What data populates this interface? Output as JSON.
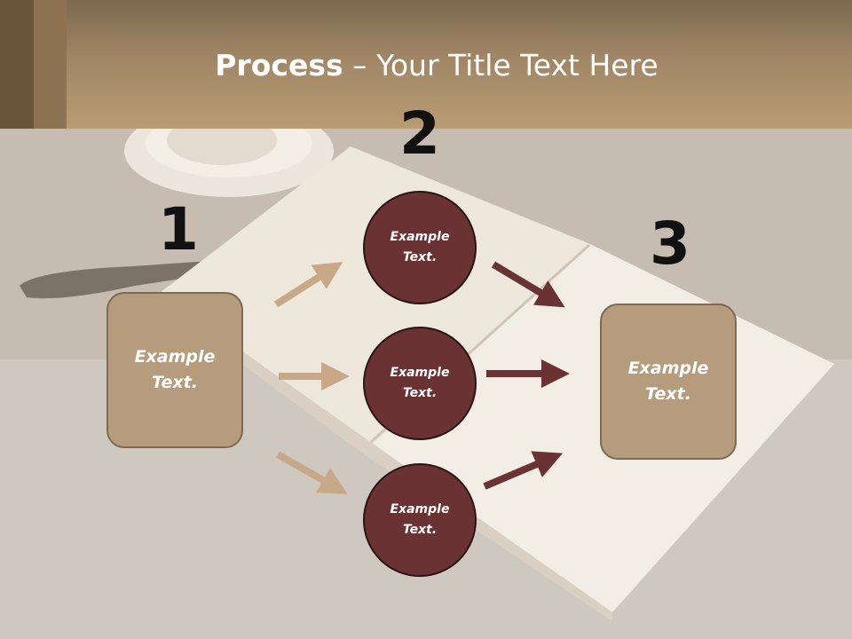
{
  "title": {
    "bold": "Process",
    "rest": " – Your Title Text Here"
  },
  "steps": {
    "step1_number": "1",
    "step2_number": "2",
    "step3_number": "3"
  },
  "left_box": {
    "text": "Example Text."
  },
  "right_box": {
    "text": "Example Text."
  },
  "circles": [
    {
      "text": "Example Text."
    },
    {
      "text": "Example Text."
    },
    {
      "text": "Example Text."
    }
  ],
  "colors": {
    "header": "#b89c74",
    "box_fill": "#b59c7c",
    "circle_fill": "#6a3232",
    "arrow_light": "#c7a987",
    "arrow_dark": "#6a3232"
  }
}
